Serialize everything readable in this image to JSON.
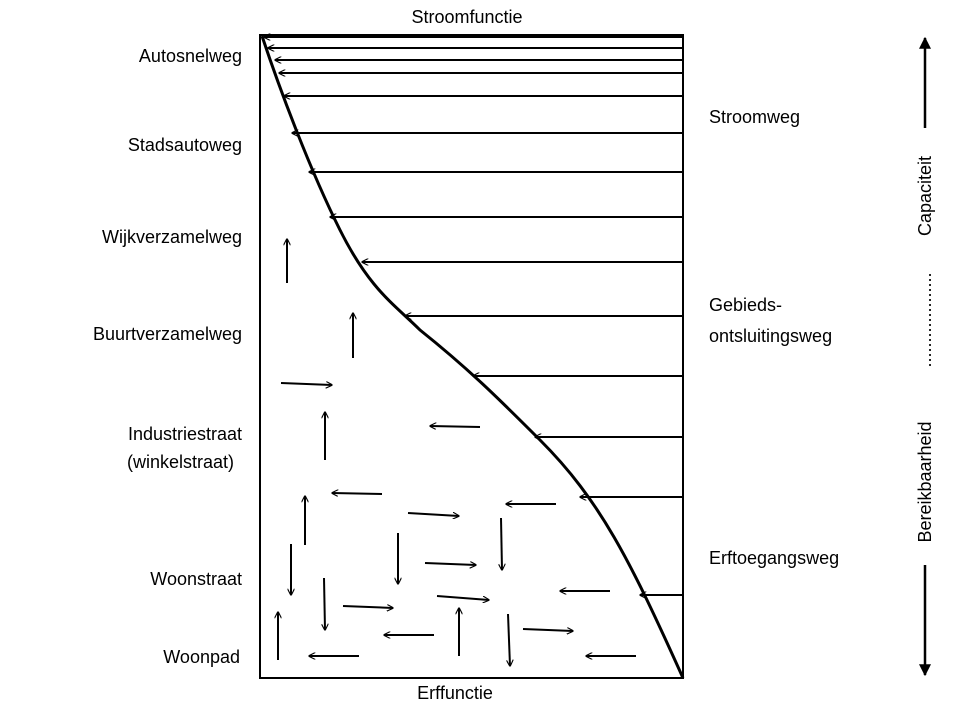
{
  "title_top": "Stroomfunctie",
  "title_bottom": "Erffunctie",
  "left_labels": {
    "autosnelweg": "Autosnelweg",
    "stadsautoweg": "Stadsautoweg",
    "wijkverzamelweg": "Wijkverzamelweg",
    "buurtverzamelweg": "Buurtverzamelweg",
    "industriestraat_1": "Industriestraat",
    "industriestraat_2": "(winkelstraat)",
    "woonstraat": "Woonstraat",
    "woonpad": "Woonpad"
  },
  "right_labels": {
    "stroomweg": "Stroomweg",
    "gebieds_1": "Gebieds-",
    "gebieds_2": "ontsluitingsweg",
    "erftoegangsweg": "Erftoegangsweg"
  },
  "side_axis": {
    "top_label": "Capaciteit",
    "bottom_label": "Bereikbaarheid",
    "dots": "..................."
  }
}
